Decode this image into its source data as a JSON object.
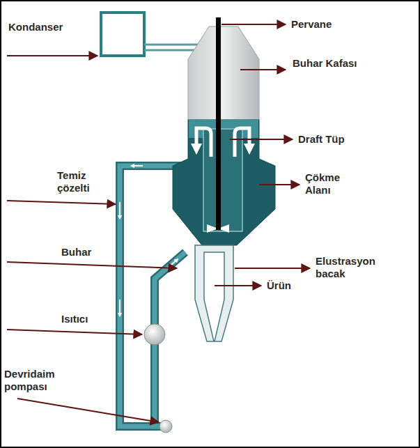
{
  "diagram": {
    "labels": [
      "Kondanser",
      "Pervane",
      "Buhar Kafası",
      "Draft Tüp",
      "Temiz çözelti",
      "Çökme Alanı",
      "Buhar",
      "Elustrasyon bacak",
      "Ürün",
      "Isıtıcı",
      "Devridaim pompası"
    ]
  }
}
